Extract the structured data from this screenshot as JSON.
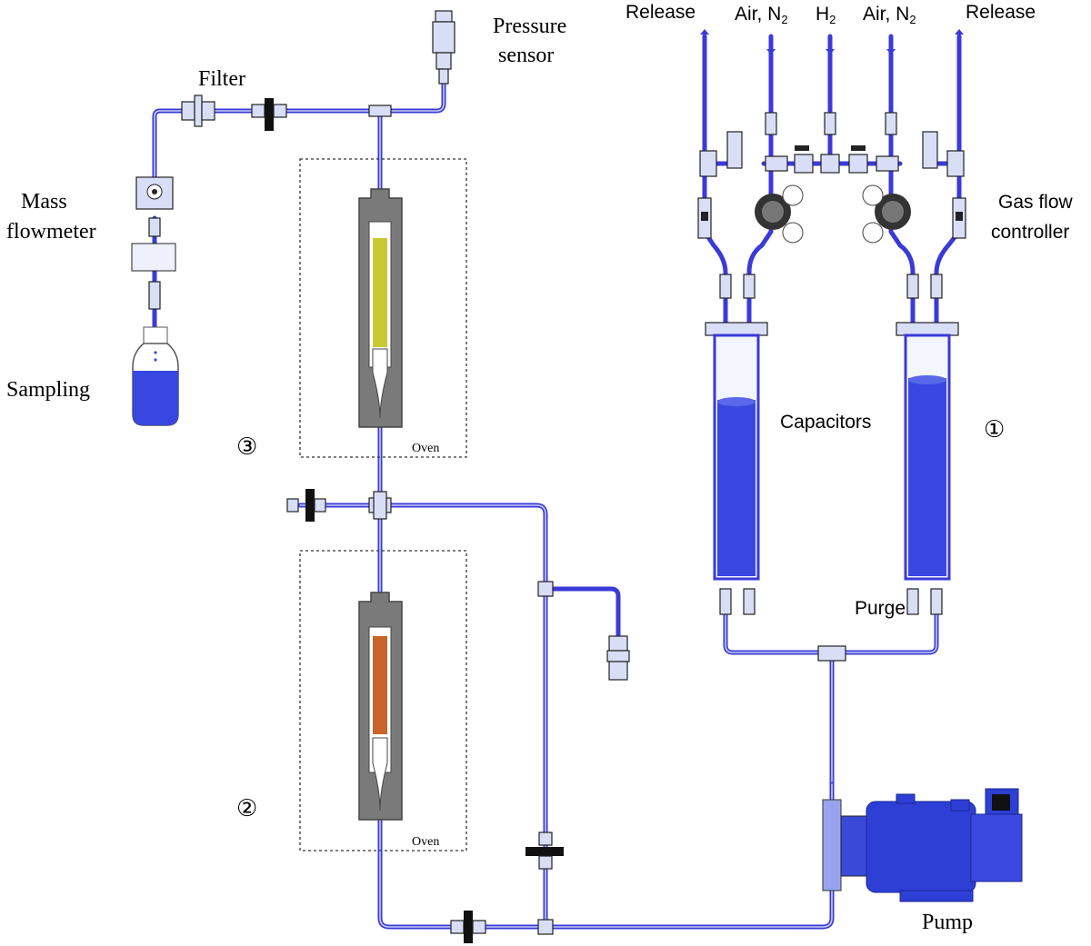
{
  "labels": {
    "release_left": "Release",
    "air_n2_left": "Air, N",
    "air_n2_left_sub": "2",
    "h2": "H",
    "h2_sub": "2",
    "air_n2_right": "Air, N",
    "air_n2_right_sub": "2",
    "release_right": "Release",
    "pressure_sensor_1": "Pressure",
    "pressure_sensor_2": "sensor",
    "filter": "Filter",
    "mass_flowmeter_1": "Mass",
    "mass_flowmeter_2": "flowmeter",
    "sampling": "Sampling",
    "gas_flow_controller_1": "Gas flow",
    "gas_flow_controller_2": "controller",
    "capacitors": "Capacitors",
    "purge": "Purge",
    "pump": "Pump",
    "oven_top": "Oven",
    "oven_bottom": "Oven",
    "marker_1": "①",
    "marker_2": "②",
    "marker_3": "③"
  },
  "colors": {
    "tubing": "#3a3ad8",
    "liquid": "#3847e0",
    "catalyst_top": "#c8c832",
    "catalyst_bottom": "#c8642a",
    "reactor_body": "#7a7a7a",
    "pump_body": "#2e3fd6"
  },
  "icons": [
    "pressure-sensor-icon",
    "filter-icon",
    "mass-flowmeter-icon",
    "sampling-bottle-icon",
    "valve-icon",
    "gas-flow-controller-icon",
    "pressure-regulator-icon",
    "capacitor-vessel-icon",
    "reactor-icon",
    "pump-icon"
  ]
}
